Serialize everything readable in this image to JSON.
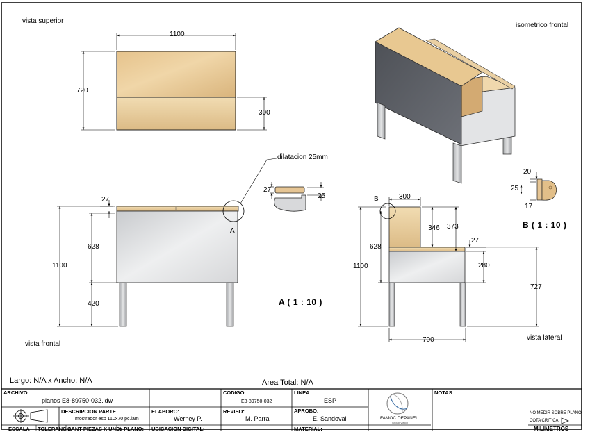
{
  "views": {
    "top": "vista superior",
    "iso": "isometrico frontal",
    "front": "vista frontal",
    "side": "vista lateral"
  },
  "dims": {
    "top_width": "1100",
    "top_depth": "720",
    "top_shelf": "300",
    "front_top": "27",
    "front_body": "628",
    "front_total": "1100",
    "front_leg": "420",
    "side_top": "300",
    "side_346": "346",
    "side_373": "373",
    "side_628": "628",
    "side_1100": "1100",
    "side_27": "27",
    "side_280": "280",
    "side_727": "727",
    "side_700": "700",
    "detA_27": "27",
    "detA_25": "25",
    "detB_20": "20",
    "detB_25": "25",
    "detB_17": "17"
  },
  "annotations": {
    "dilatacion": "dilatacion 25mm",
    "marker_a": "A",
    "marker_b": "B",
    "detail_a": "A ( 1 : 10 )",
    "detail_b": "B ( 1 : 10 )"
  },
  "info": {
    "size": "Largo: N/A x Ancho: N/A",
    "area": "Area Total: N/A"
  },
  "title_block": {
    "archivo_h": "ARCHIVO:",
    "archivo_v": "planos E8-89750-032.idw",
    "descripcion_h": "DESCRIPCION PARTE",
    "descripcion_v": "mostrador esp 110x70 pc.lam",
    "codigo_h": "CODIGO:",
    "codigo_v": "E8-89750-032",
    "linea_h": "LINEA",
    "linea_v": "ESP",
    "elaboro_h": "ELABORO:",
    "elaboro_v": "Werney P.",
    "reviso_h": "REVISO:",
    "reviso_v": "M. Parra",
    "aprobo_h": "APROBO:",
    "aprobo_v": "E. Sandoval",
    "escala_h": "ESCALA",
    "tolerancia_h": "TOLERANCIA",
    "cant_h": "CANT PIEZAS X UND:",
    "plano_h": "# PLANO:",
    "ubicacion_h": "UBICACION DIGITAL:",
    "material_h": "MATERIAL:",
    "logo_text": "FAMOC DEPANEL",
    "logo_sub": "Group Vision",
    "notas_h": "NOTAS:",
    "no_medir": "NO MEDIR SOBRE PLANO",
    "cota": "COTA CRITICA",
    "units": "MILIMETROS"
  }
}
